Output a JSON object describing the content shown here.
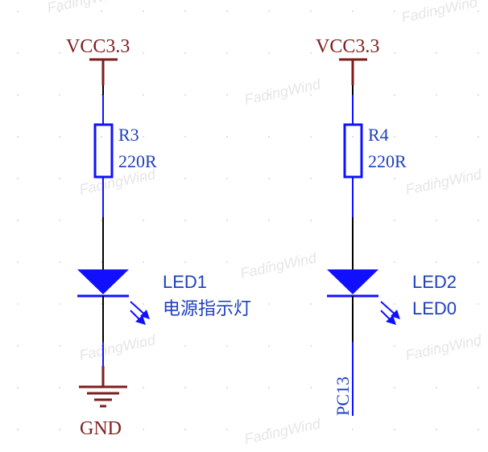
{
  "colors": {
    "power": "#7f1d1d",
    "wire": "#000000",
    "component": "#1010ff",
    "text_blue": "#1e3fbf",
    "text_dark": "#111111",
    "watermark": "#e6e6e6",
    "grid_dot": "#d6d6d6"
  },
  "watermark": {
    "text": "FadingWind"
  },
  "left": {
    "power_label": "VCC3.3",
    "resistor": {
      "designator": "R3",
      "value": "220R"
    },
    "led": {
      "designator": "LED1",
      "comment": "电源指示灯"
    },
    "ground_label": "GND"
  },
  "right": {
    "power_label": "VCC3.3",
    "resistor": {
      "designator": "R4",
      "value": "220R"
    },
    "led": {
      "designator": "LED2",
      "comment": "LED0"
    },
    "net_label": "PC13"
  }
}
